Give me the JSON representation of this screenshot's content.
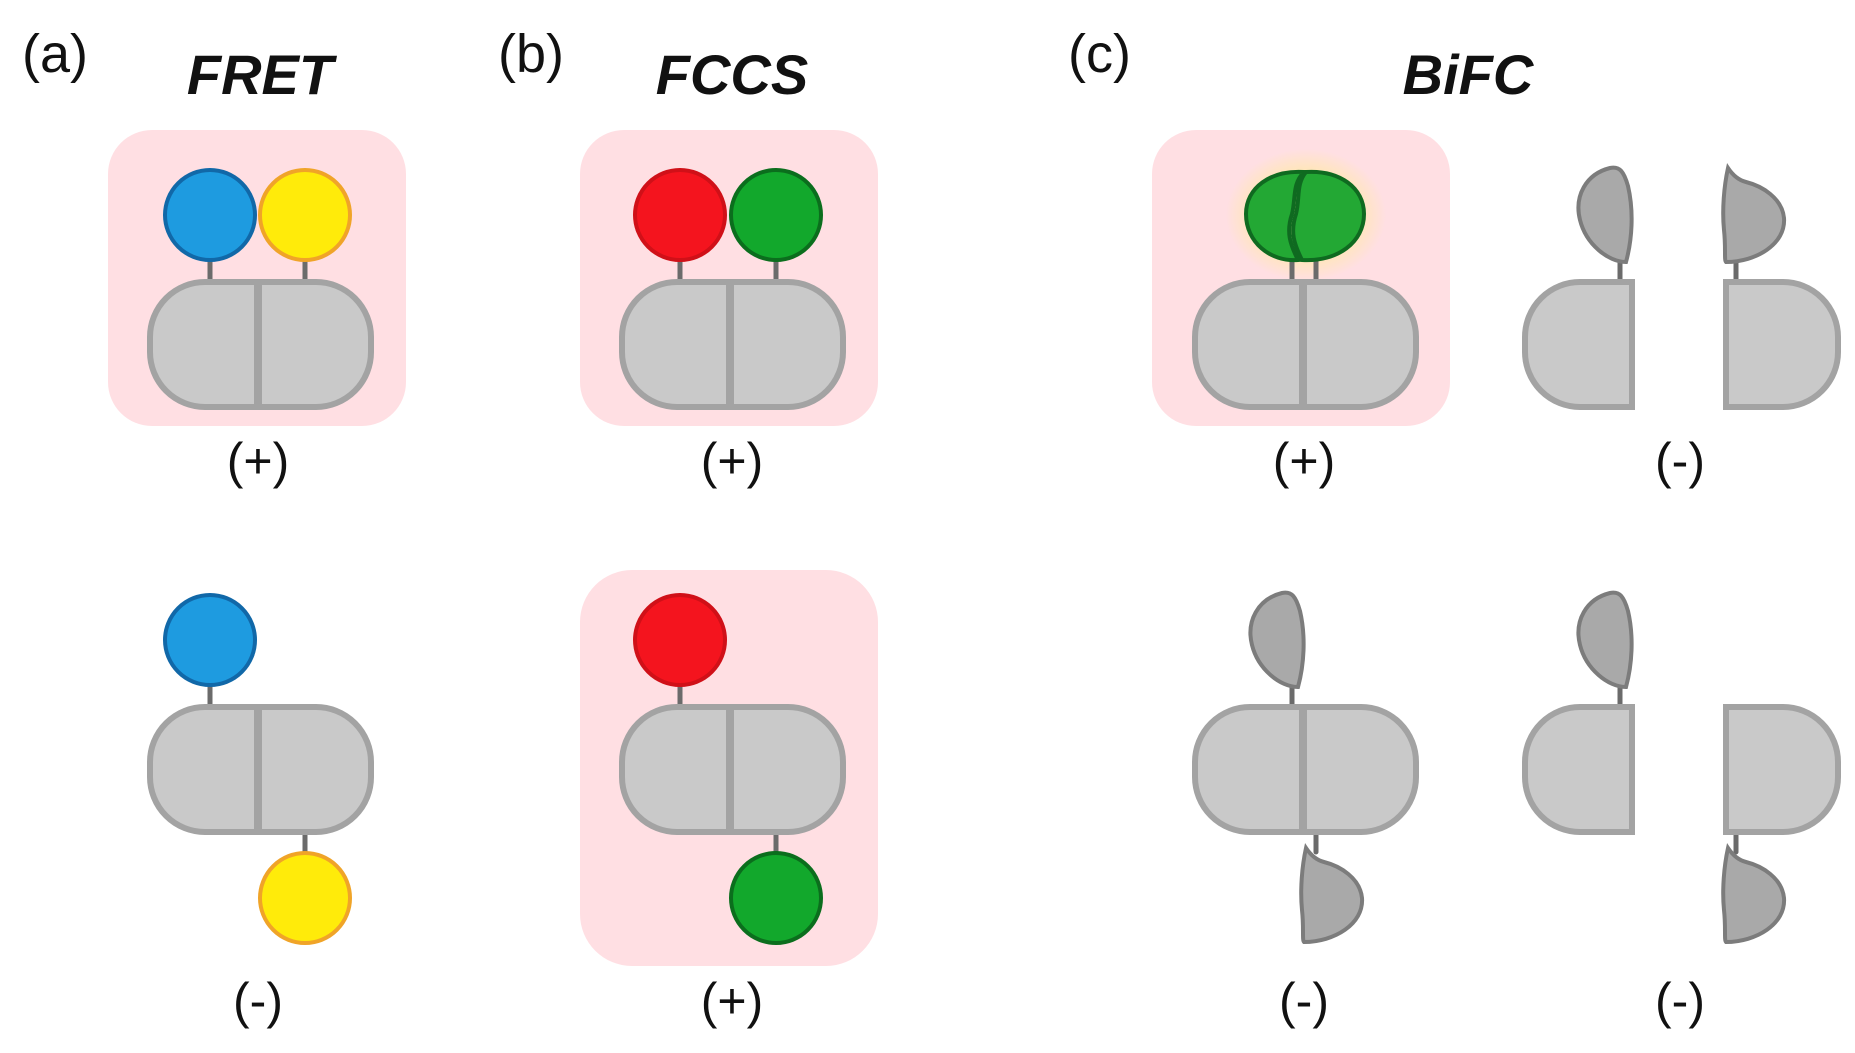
{
  "panels": [
    {
      "letter": "(a)",
      "title": "FRET",
      "results": [
        "(+)",
        "(-)"
      ]
    },
    {
      "letter": "(b)",
      "title": "FCCS",
      "results": [
        "(+)",
        "(+)"
      ]
    },
    {
      "letter": "(c)",
      "title": "BiFC",
      "results": [
        "(+)",
        "(-)",
        "(-)",
        "(-)"
      ]
    }
  ],
  "colors": {
    "highlight_background": "#ffdfe3",
    "protein_gray": "#c9c9c9",
    "split_fragment_gray": "#a9a9a9",
    "fret_donor_blue": "#1e9be0",
    "fret_acceptor_yellow": "#ffeb0a",
    "fccs_red": "#f4141e",
    "fccs_green": "#12a82c",
    "bifc_green": "#23a834"
  }
}
